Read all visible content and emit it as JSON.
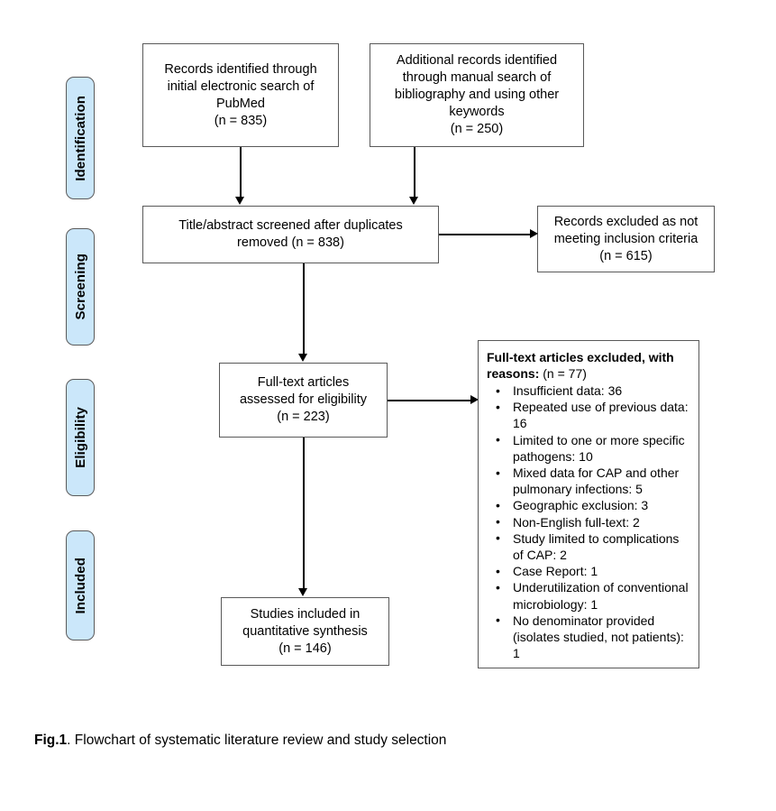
{
  "figure": {
    "caption_prefix": "Fig.1",
    "caption_rest": ". Flowchart of systematic literature review and study selection"
  },
  "colors": {
    "stage_fill": "#cbe7fa",
    "stage_border": "#5b5b5b",
    "box_border": "#595959",
    "connector": "#000000",
    "background": "#ffffff"
  },
  "stages": [
    {
      "label": "Identification"
    },
    {
      "label": "Screening"
    },
    {
      "label": "Eligibility"
    },
    {
      "label": "Included"
    }
  ],
  "boxes": {
    "records_identified": {
      "text": "Records identified through\ninitial electronic search of\nPubMed\n(n = 835)",
      "n": 835
    },
    "additional_records": {
      "text": "Additional records identified\nthrough manual search of\nbibliography and using other\nkeywords\n(n = 250)",
      "n": 250
    },
    "title_abstract_screened": {
      "text": "Title/abstract screened after duplicates\nremoved (n = 838)",
      "n": 838
    },
    "records_excluded": {
      "text": "Records excluded as not\nmeeting inclusion criteria\n(n = 615)",
      "n": 615
    },
    "fulltext_assessed": {
      "text": "Full-text articles\nassessed for eligibility\n(n = 223)",
      "n": 223
    },
    "studies_included": {
      "text": "Studies included in\nquantitative synthesis\n(n = 146)",
      "n": 146
    }
  },
  "exclusion_box": {
    "heading_bold": "Full-text articles excluded, with reasons:",
    "heading_count": " (n = 77)",
    "total": 77,
    "reasons": [
      {
        "text": "Insufficient data: 36",
        "count": 36
      },
      {
        "text": "Repeated use of previous data: 16",
        "count": 16
      },
      {
        "text": "Limited to one or more specific pathogens: 10",
        "count": 10
      },
      {
        "text": "Mixed data for CAP and other pulmonary infections: 5",
        "count": 5
      },
      {
        "text": "Geographic exclusion: 3",
        "count": 3
      },
      {
        "text": "Non-English full-text: 2",
        "count": 2
      },
      {
        "text": "Study limited to complications of CAP: 2",
        "count": 2
      },
      {
        "text": "Case Report: 1",
        "count": 1
      },
      {
        "text": "Underutilization of conventional microbiology: 1",
        "count": 1
      },
      {
        "text": "No denominator provided (isolates studied,  not patients): 1",
        "count": 1
      }
    ]
  }
}
